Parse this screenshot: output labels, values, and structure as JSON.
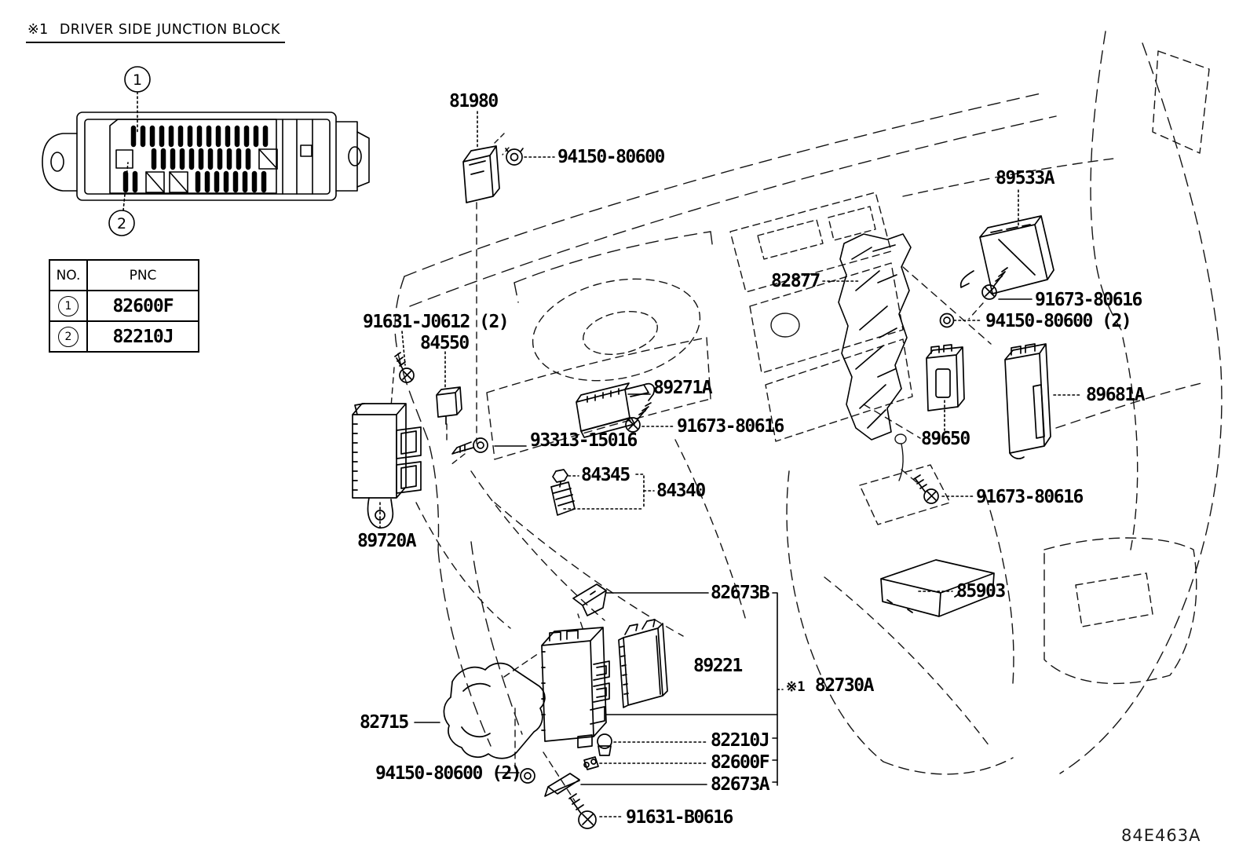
{
  "note": {
    "ref": "※1",
    "text": "DRIVER SIDE JUNCTION BLOCK"
  },
  "diagram_code": "84E463A",
  "junction_block_inset": {
    "callout_1": "1",
    "callout_2": "2"
  },
  "pnc_table": {
    "headers": {
      "no": "NO.",
      "pnc": "PNC"
    },
    "rows": [
      {
        "no": "1",
        "pnc": "82600F"
      },
      {
        "no": "2",
        "pnc": "82210J"
      }
    ]
  },
  "part_labels": {
    "p81980": "81980",
    "p94150_80600": "94150-80600",
    "p89533A": "89533A",
    "p91673_80616_a": "91673-80616",
    "p94150_80600_2_a": "94150-80600 (2)",
    "p82877": "82877",
    "p91631_J0612": "91631-J0612 (2)",
    "p84550": "84550",
    "p89271A": "89271A",
    "p91673_80616_b": "91673-80616",
    "p93313_15016": "93313-15016",
    "p84345": "84345",
    "p84340": "84340",
    "p89650": "89650",
    "p89681A": "89681A",
    "p91673_80616_c": "91673-80616",
    "p89720A": "89720A",
    "p85903": "85903",
    "p82673B": "82673B",
    "p89221": "89221",
    "p82730A_ref": "※1",
    "p82730A": "82730A",
    "p82715": "82715",
    "p82210J": "82210J",
    "p82600F": "82600F",
    "p82673A": "82673A",
    "p94150_80600_2_b": "94150-80600 (2)",
    "p91631_B0616": "91631-B0616"
  }
}
